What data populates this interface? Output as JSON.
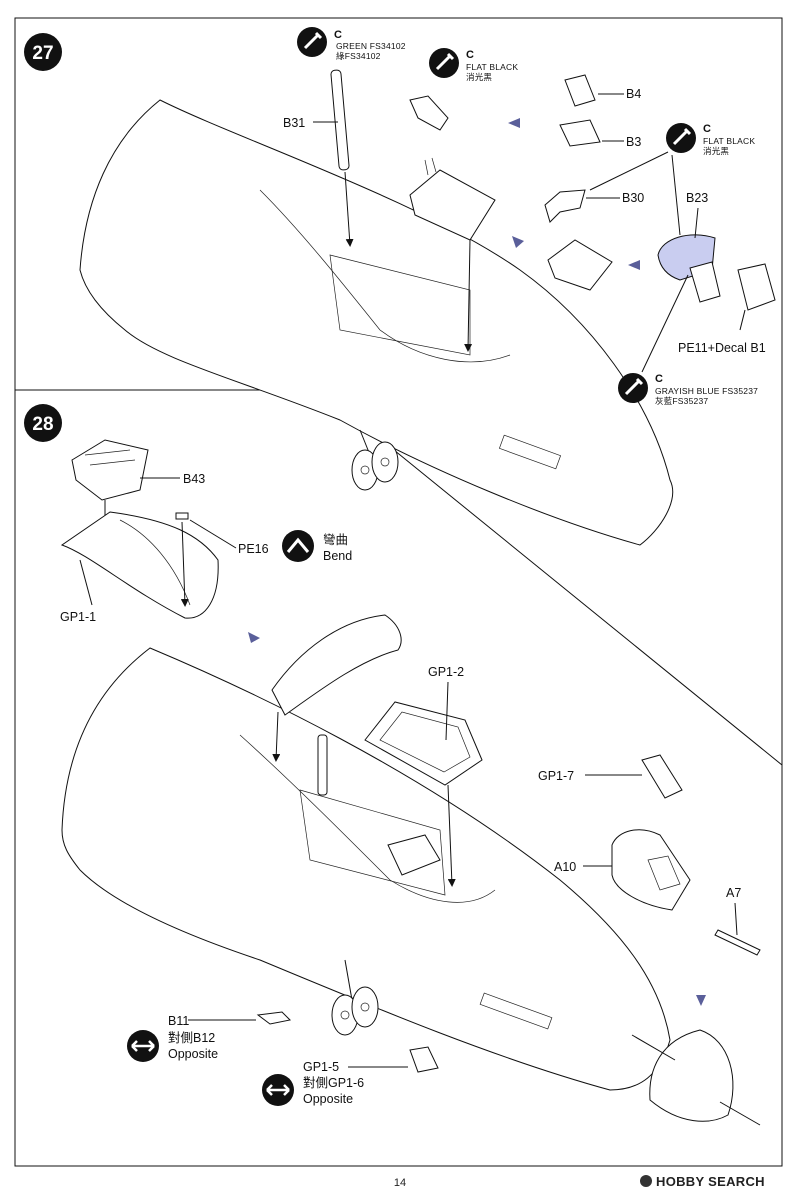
{
  "steps": [
    {
      "number": "27",
      "parts": [
        "B31",
        "B4",
        "B3",
        "B30",
        "B23",
        "PE11+Decal B1"
      ],
      "paints": [
        {
          "code": "C",
          "name": "GREEN FS34102",
          "name_alt": "綠FS34102"
        },
        {
          "code": "C",
          "name": "FLAT BLACK",
          "name_alt": "消光黑"
        },
        {
          "code": "C",
          "name": "FLAT BLACK",
          "name_alt": "消光黑"
        },
        {
          "code": "C",
          "name": "GRAYISH BLUE FS35237",
          "name_alt": "灰藍FS35237"
        }
      ]
    },
    {
      "number": "28",
      "parts": [
        "B43",
        "PE16",
        "GP1-1",
        "GP1-2",
        "GP1-7",
        "A10",
        "A7",
        "B11",
        "GP1-5"
      ],
      "bend": {
        "text": "彎曲",
        "text_en": "Bend"
      },
      "opposites": [
        {
          "alt": "對側B12",
          "en": "Opposite"
        },
        {
          "alt": "對側GP1-6",
          "en": "Opposite"
        }
      ]
    }
  ],
  "page_number": "14",
  "watermark": "HOBBY SEARCH",
  "colors": {
    "ink": "#111111",
    "highlight": "#c9cdf0",
    "arrow": "#5a5f9a"
  }
}
